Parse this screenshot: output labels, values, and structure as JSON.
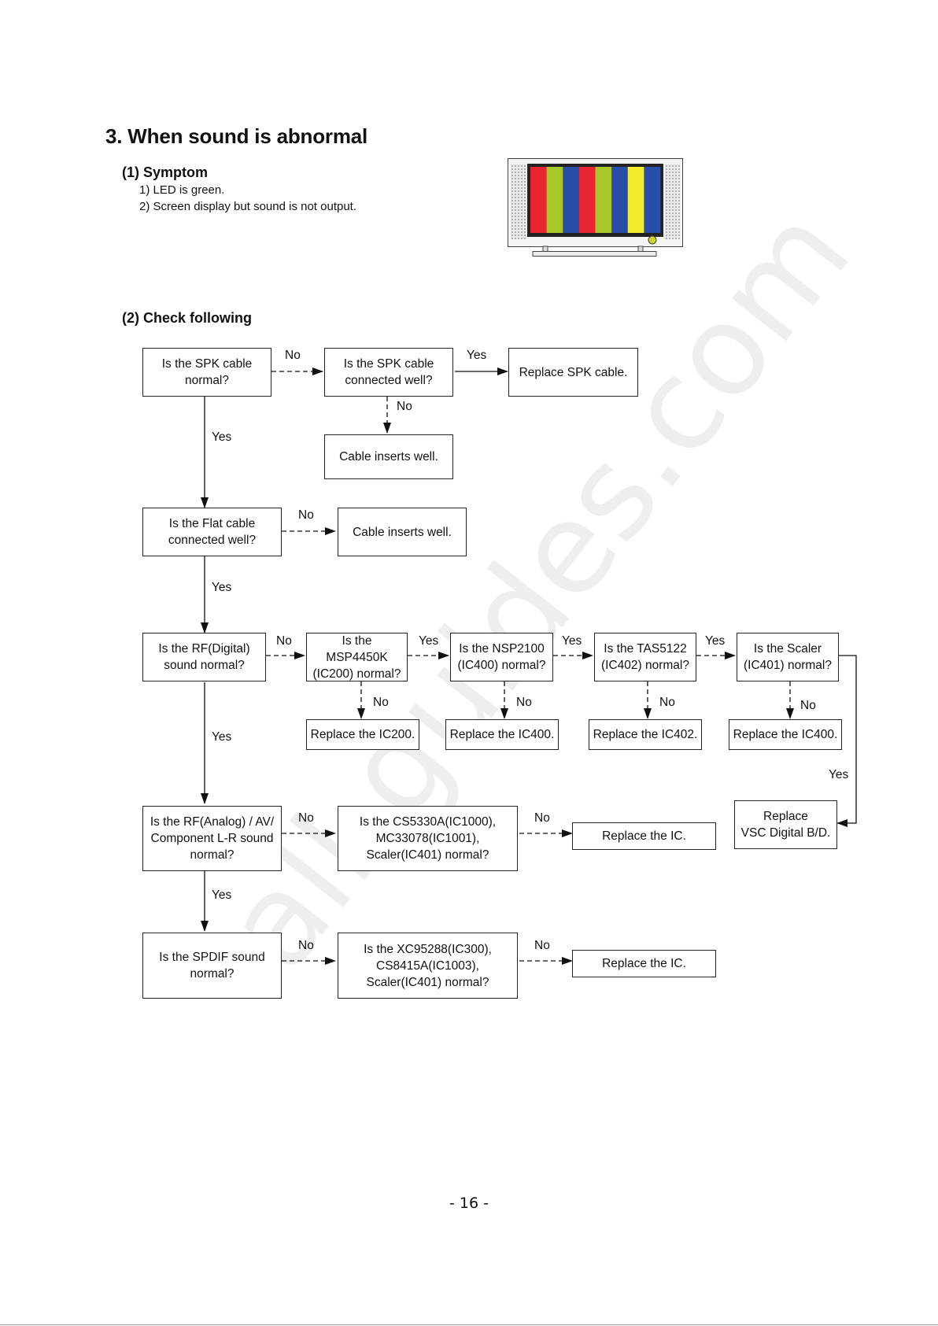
{
  "title": "3. When sound is abnormal",
  "symptom": {
    "heading": "(1) Symptom",
    "lines": [
      "1) LED is green.",
      "2) Screen display but sound is not output."
    ]
  },
  "check_heading": "(2) Check following",
  "tv_bar_colors": [
    "#e8242f",
    "#a8c82a",
    "#2a4ea8",
    "#e8242f",
    "#a8c82a",
    "#2a4ea8",
    "#f2ec2a",
    "#2a4ea8"
  ],
  "boxes": {
    "spk_normal": "Is the SPK cable\nnormal?",
    "spk_connected": "Is the SPK cable\nconnected well?",
    "replace_spk": "Replace SPK cable.",
    "cable_inserts_1": "Cable inserts well.",
    "flat_cable": "Is the Flat cable\nconnected well?",
    "cable_inserts_2": "Cable inserts well.",
    "rf_digital": "Is the RF(Digital)\nsound normal?",
    "msp4450k": "Is the MSP4450K\n(IC200) normal?",
    "nsp2100": "Is the NSP2100\n(IC400) normal?",
    "tas5122": "Is the TAS5122\n(IC402) normal?",
    "scaler": "Is the Scaler\n(IC401) normal?",
    "replace_ic200": "Replace the IC200.",
    "replace_ic400_a": "Replace the IC400.",
    "replace_ic402": "Replace the IC402.",
    "replace_ic400_b": "Replace the IC400.",
    "replace_vsc": "Replace\nVSC Digital B/D.",
    "rf_analog": "Is the RF(Analog) / AV/\nComponent L-R sound\nnormal?",
    "cs5330a": "Is the CS5330A(IC1000),\nMC33078(IC1001),\nScaler(IC401) normal?",
    "replace_ic_1": "Replace the IC.",
    "spdif": "Is the SPDIF sound\nnormal?",
    "xc95288": "Is the XC95288(IC300),\nCS8415A(IC1003),\nScaler(IC401) normal?",
    "replace_ic_2": "Replace the IC."
  },
  "labels": {
    "yes": "Yes",
    "no": "No"
  },
  "page_number": "-  16  -",
  "watermark": "all-guides.com"
}
